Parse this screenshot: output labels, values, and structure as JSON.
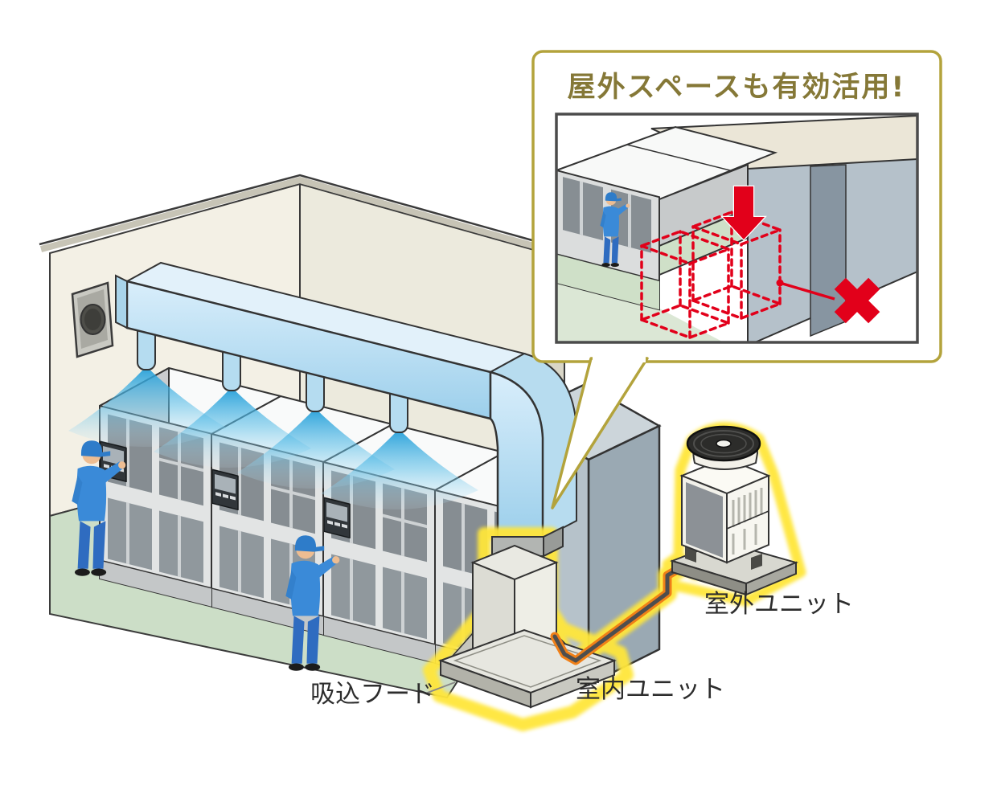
{
  "illustration": {
    "callout": {
      "title": "屋外スペースも有効活用!"
    },
    "labels": {
      "suction_hood": "吸込フード",
      "indoor_unit": "室内ユニット",
      "outdoor_unit": "室外ユニット"
    },
    "icons": {
      "wall_vent_fan": "wall-vent-fan-icon",
      "air_flow": "air-flow-cone",
      "down_arrow": "down-arrow-icon",
      "cross_mark": "cross-mark-icon",
      "fan_grille": "fan-grille-icon"
    },
    "colors": {
      "highlight_yellow": "#ffe63a",
      "pipe_orange": "#f08018",
      "pipe_core_gray": "#4e4e4e",
      "alert_red": "#e2001a",
      "callout_gold": "#b3a33c",
      "callout_title_olive": "#857837",
      "duct_blue": "#a9d8ef",
      "airflow_blue": "#1f9cd8",
      "floor_green": "#ccdec7",
      "wall_cream": "#f0ede1",
      "machine_gray": "#868d92",
      "worker_blue": "#3a8ad8",
      "pillar_blue_gray": "#b6c2ca"
    }
  }
}
